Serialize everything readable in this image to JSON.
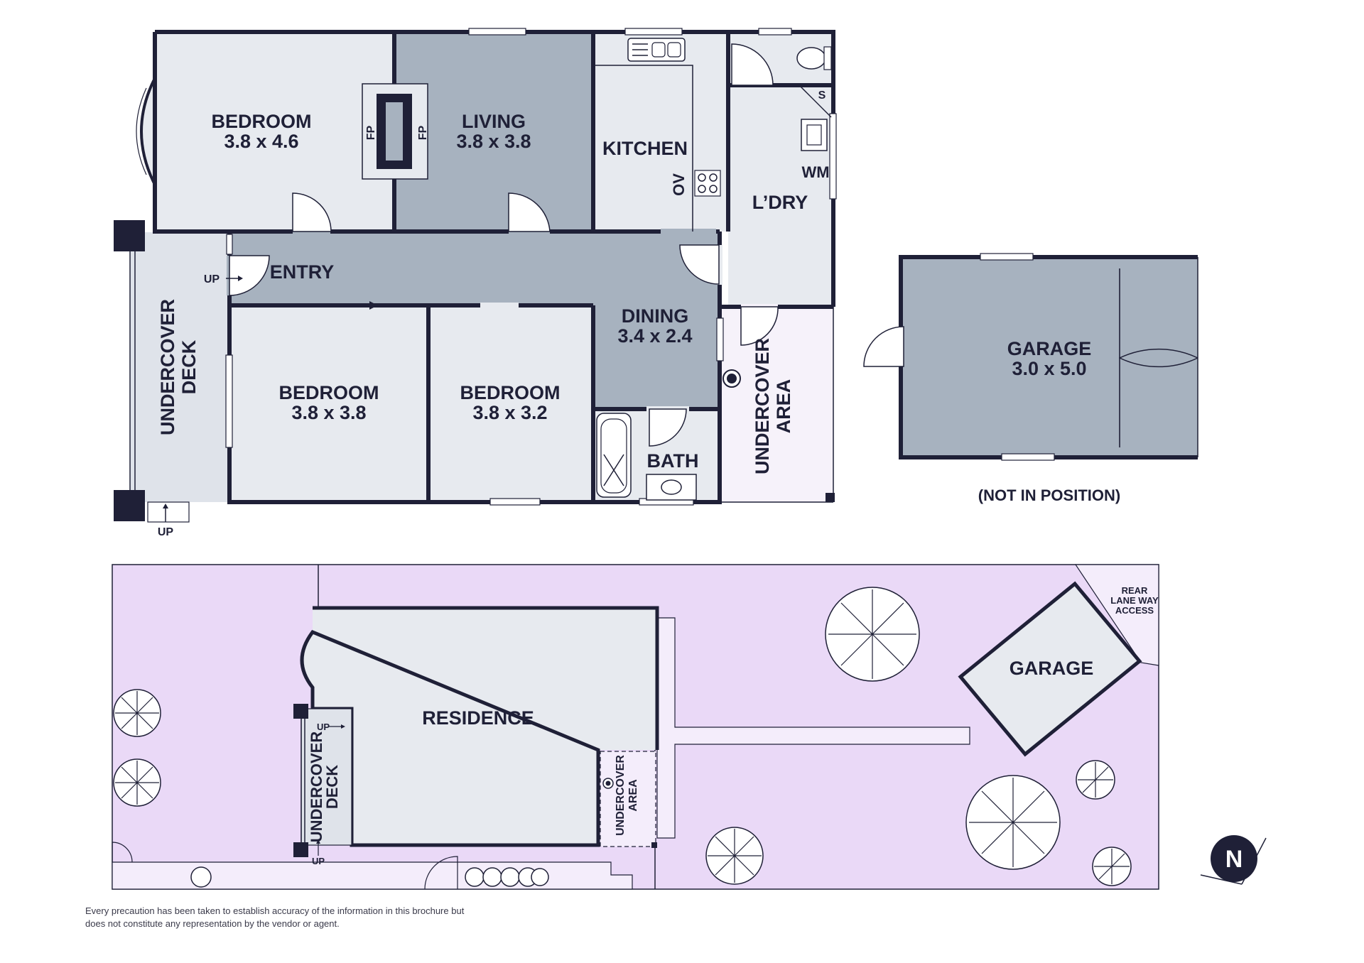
{
  "floor_plan": {
    "rooms": [
      {
        "id": "bedroom1",
        "name": "BEDROOM",
        "size": "3.8 x 4.6"
      },
      {
        "id": "living",
        "name": "LIVING",
        "size": "3.8 x 3.8"
      },
      {
        "id": "kitchen",
        "name": "KITCHEN"
      },
      {
        "id": "laundry",
        "name": "L’DRY"
      },
      {
        "id": "entry",
        "name": "ENTRY"
      },
      {
        "id": "dining",
        "name": "DINING",
        "size": "3.4 x 2.4"
      },
      {
        "id": "bedroom2",
        "name": "BEDROOM",
        "size": "3.8 x 3.8"
      },
      {
        "id": "bedroom3",
        "name": "BEDROOM",
        "size": "3.8 x 3.2"
      },
      {
        "id": "bath",
        "name": "BATH"
      },
      {
        "id": "deck",
        "name_line1": "UNDERCOVER",
        "name_line2": "DECK"
      },
      {
        "id": "undercover_area",
        "name_line1": "UNDERCOVER",
        "name_line2": "AREA"
      }
    ],
    "fixtures": {
      "fp": "FP",
      "ov": "OV",
      "wm": "WM",
      "s": "S",
      "up": "UP"
    },
    "garage": {
      "name": "GARAGE",
      "size": "3.0 x 5.0",
      "note": "(NOT IN POSITION)"
    }
  },
  "site_plan": {
    "residence": "RESIDENCE",
    "garage": "GARAGE",
    "deck_line1": "UNDERCOVER",
    "deck_line2": "DECK",
    "area_line1": "UNDERCOVER",
    "area_line2": "AREA",
    "up": "UP",
    "lane_line1": "REAR",
    "lane_line2": "LANE WAY",
    "lane_line3": "ACCESS",
    "north": "N"
  },
  "disclaimer": "Every precaution has been taken to establish accuracy of the information in this brochure but does not constitute any representation by the vendor or agent.",
  "colors": {
    "wall": "#1f2037",
    "room_light": "#e7eaef",
    "room_dark": "#a7b2bf",
    "site_purple": "#ead9f7",
    "deck": "#dfe3ea"
  }
}
